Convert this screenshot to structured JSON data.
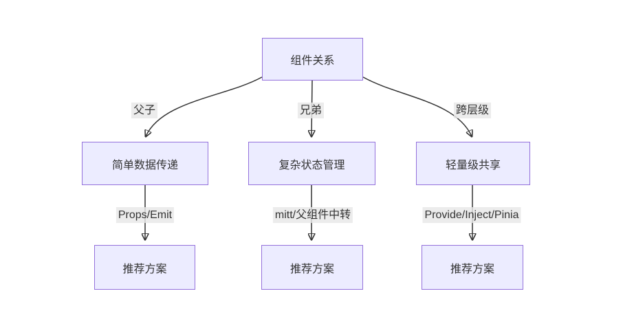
{
  "diagram": {
    "type": "flowchart",
    "direction": "top-down",
    "root": {
      "label": "组件关系"
    },
    "branches": [
      {
        "relation": "父子",
        "scenario": "简单数据传递",
        "method": "Props/Emit",
        "recommendation": "推荐方案"
      },
      {
        "relation": "兄弟",
        "scenario": "复杂状态管理",
        "method": "mitt/父组件中转",
        "recommendation": "推荐方案"
      },
      {
        "relation": "跨层级",
        "scenario": "轻量级共享",
        "method": "Provide/Inject/Pinia",
        "recommendation": "推荐方案"
      }
    ],
    "colors": {
      "background": "#ffffff",
      "node_fill": "#ECECFF",
      "node_border": "#9370DB",
      "edge_line": "#333333",
      "edge_label_bg": "#e8e8e8",
      "text": "#333333"
    }
  }
}
